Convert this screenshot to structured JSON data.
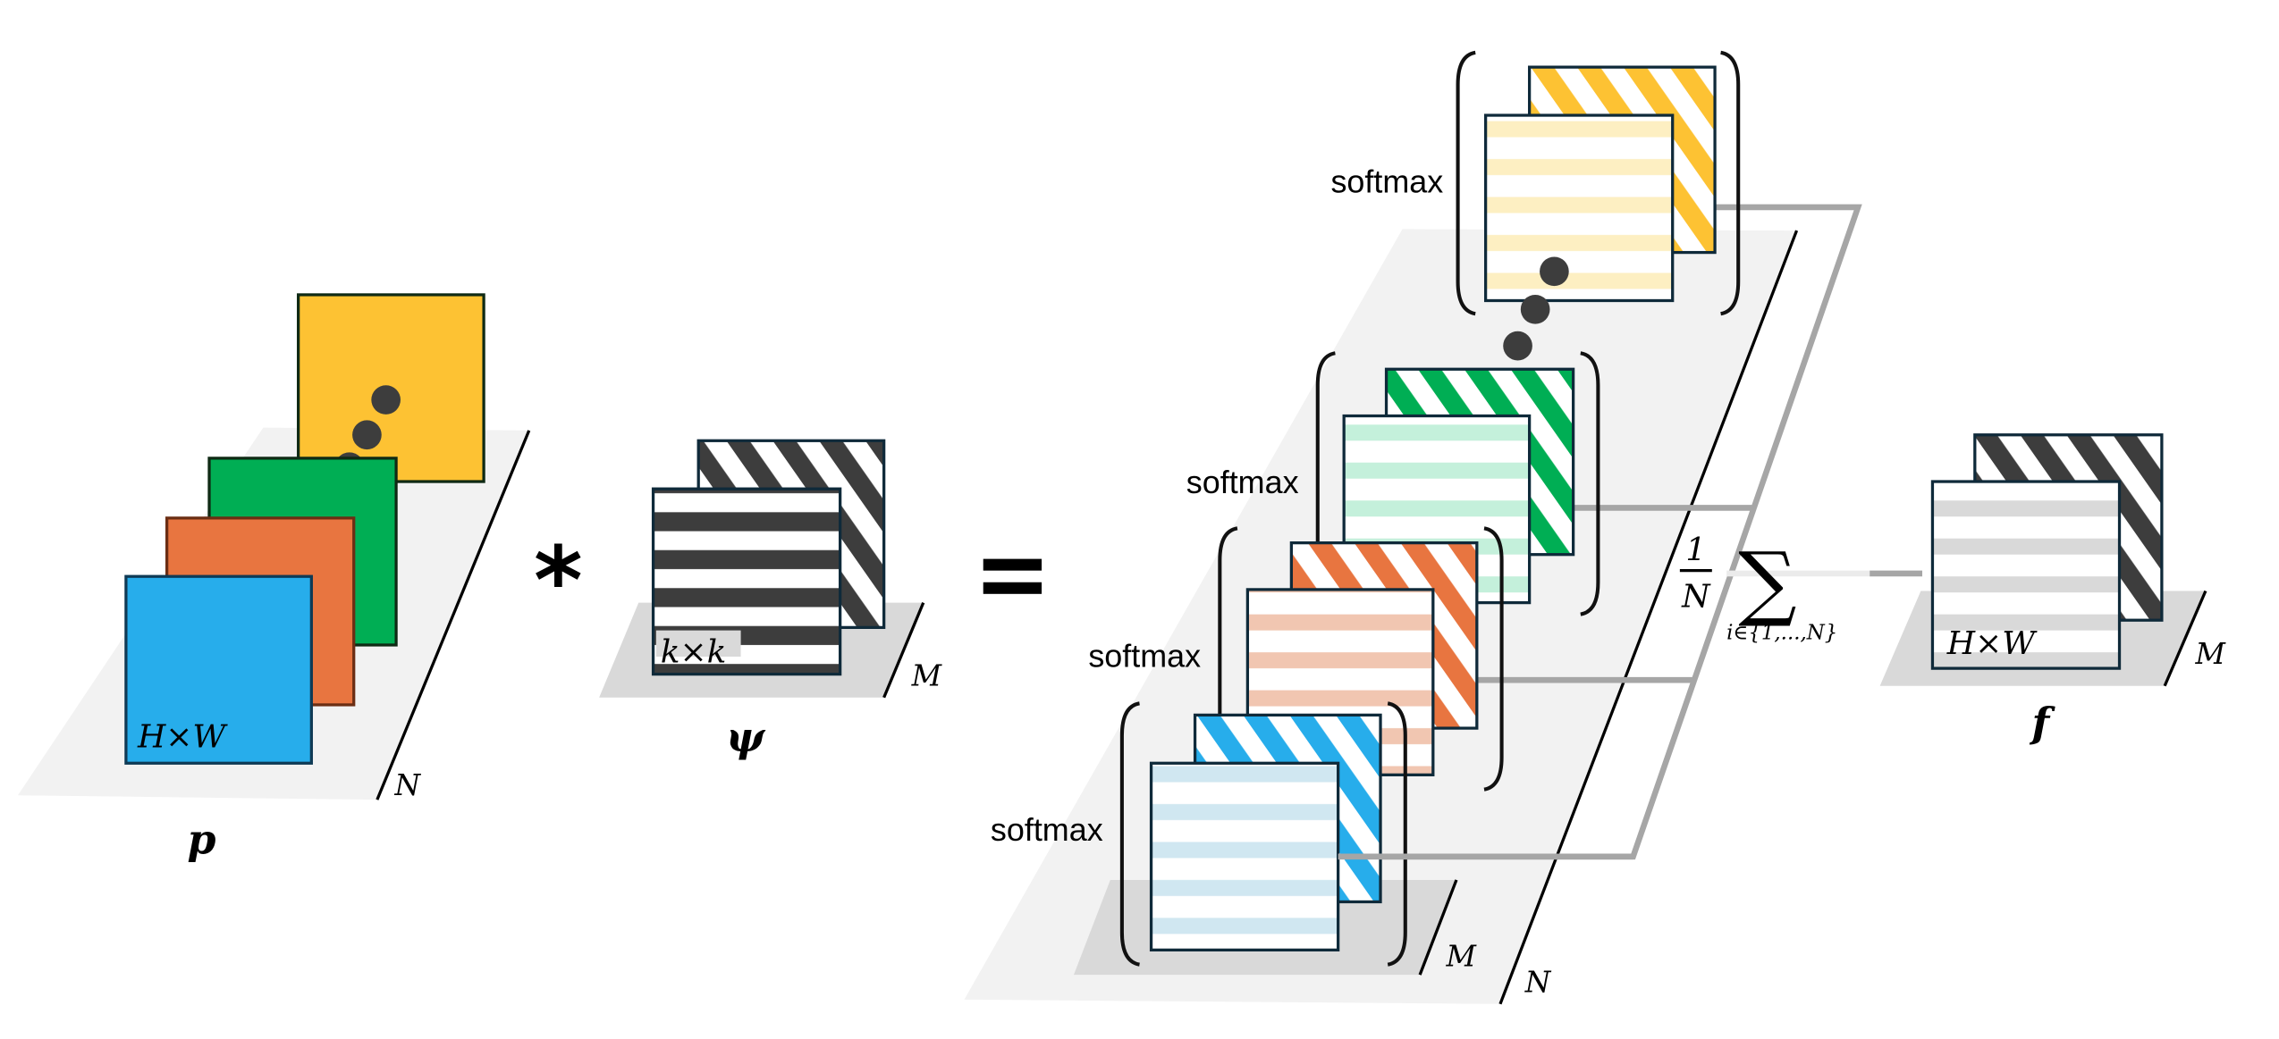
{
  "colors": {
    "yellow": "#FDC233",
    "green": "#00AE54",
    "orange": "#E87540",
    "blue": "#27ADEB",
    "dark": "#3D3D3D",
    "border": "#0F2A3A",
    "yellow_light": "#FDEFC2",
    "green_light": "#C4F0DB",
    "orange_light": "#F1C6B1",
    "blue_light": "#D0E7F1",
    "gray_light": "#D9D9D9",
    "platform": "#F2F2F2",
    "platform_dark": "#D9D9D9",
    "connector": "#A6A6A6"
  },
  "input": {
    "dimension_label": "H×W",
    "depth_label": "N",
    "symbol": "p"
  },
  "operators": {
    "convolution": "*",
    "equals": "="
  },
  "kernel": {
    "dimension_label": "k×k",
    "depth_label": "M",
    "symbol": "ψ"
  },
  "attention": {
    "softmax_labels": [
      "softmax",
      "softmax",
      "softmax",
      "softmax"
    ],
    "inner_depth_label": "M",
    "outer_depth_label": "N"
  },
  "aggregation": {
    "fraction_numerator": "1",
    "fraction_denominator": "N",
    "sum_symbol": "∑",
    "sum_index": "i∈{1,...,N}"
  },
  "output": {
    "dimension_label": "H×W",
    "depth_label": "M",
    "symbol": "f"
  }
}
